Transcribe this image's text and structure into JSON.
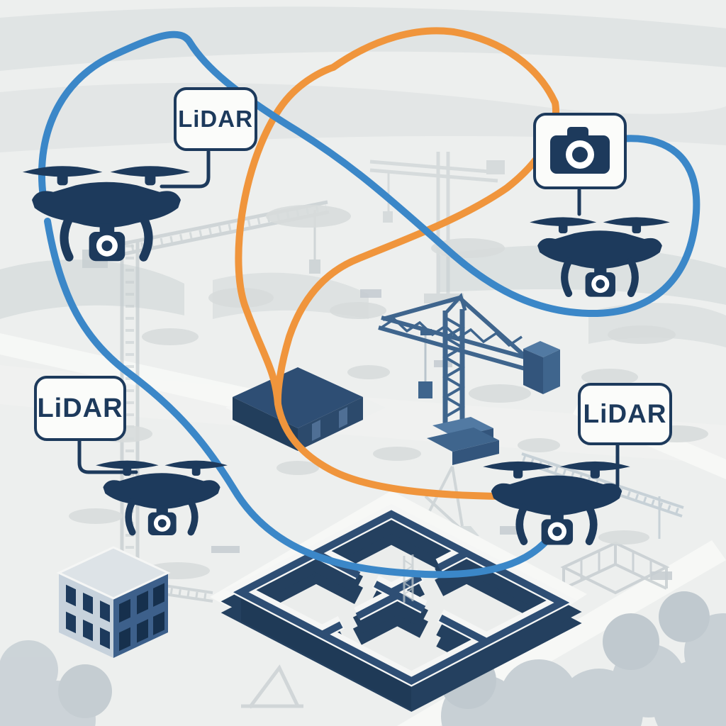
{
  "illustration": {
    "description": "Isometric construction-site illustration with four quadcopter drones flying crossing survey routes above cranes and building foundations",
    "labels": {
      "lidar_top": "LiDAR",
      "lidar_left": "LiDAR",
      "lidar_right": "LiDAR"
    },
    "icons": {
      "camera_label": "camera-icon"
    },
    "routes": {
      "blue_route_color": "#3b87c8",
      "orange_route_color": "#f0953c"
    },
    "colors": {
      "bg": "#edefee",
      "band": "#e0e4e4",
      "hill": "#d7dddd",
      "midband": "#f0f1f0",
      "road": "#f7f8f6",
      "rubble": "#d7dcdc",
      "block": "#c6cdd2",
      "bush": "#c8d0d5",
      "bushDark": "#c0c9cf",
      "faint": "#c4cccf",
      "navy": "#1d3a5c",
      "blue": "#3b87c8",
      "orange": "#f0953c",
      "steel": "#3f658d",
      "steelDark": "#33557c",
      "steelLight": "#527aa3",
      "wallTop": "#2e4e74",
      "wallFace": "#24405f",
      "wallFaceDark": "#1f3a57",
      "white": "#f5f6f5",
      "leftFace": "#c7d2dc",
      "rightFace": "#3d608b",
      "roof": "#dde3e7",
      "labelBg": "#fbfcfa"
    }
  }
}
